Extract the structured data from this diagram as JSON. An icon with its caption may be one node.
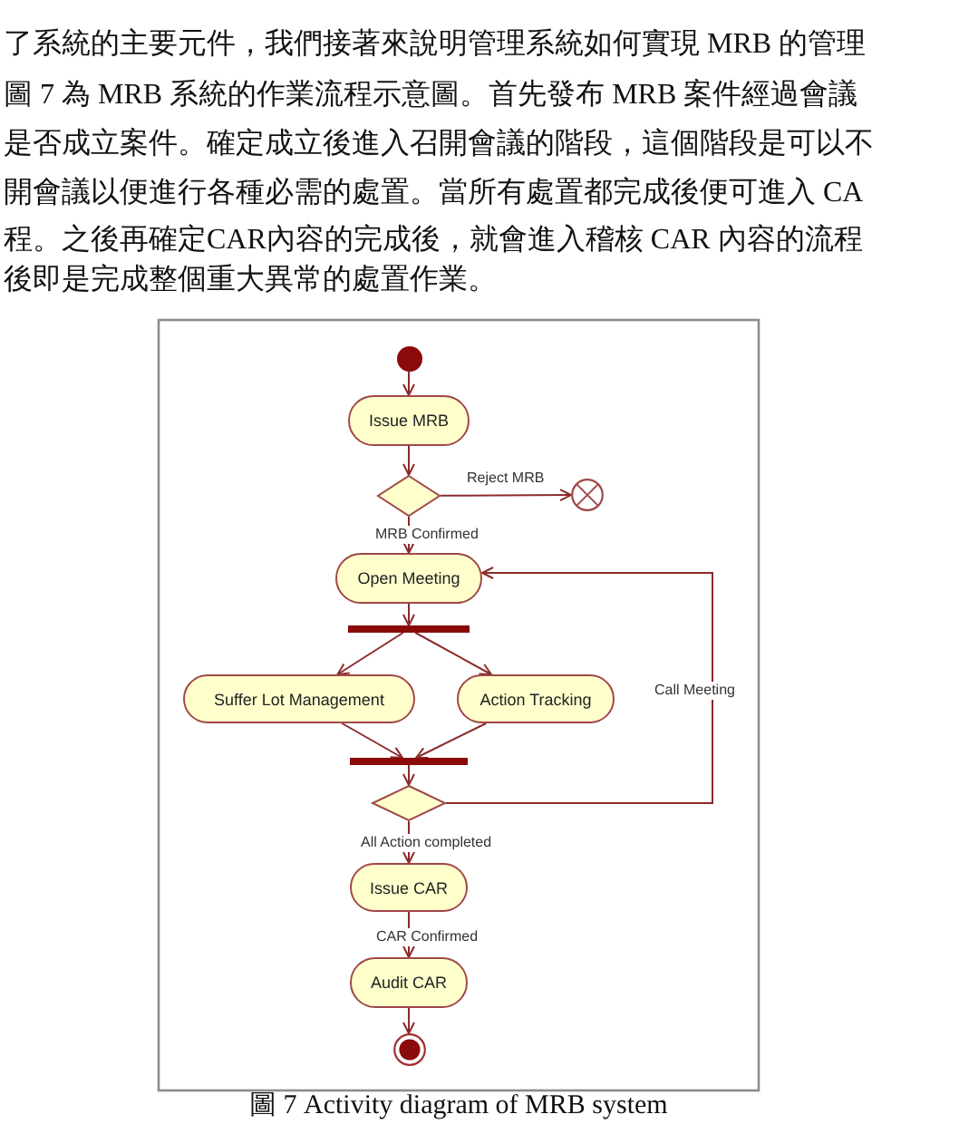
{
  "diagram": {
    "caption": "圖 7 Activity diagram of MRB system",
    "nodes": [
      {
        "text": [],
        "shape": "circle"
      },
      {
        "text": [
          "Issue MRB"
        ]
      },
      {
        "text": [],
        "shape": "diamond"
      },
      {
        "text": [],
        "shape": "circle"
      },
      {
        "text": [
          "Open Meeting"
        ]
      },
      {
        "text": [],
        "shape": "bar"
      },
      {
        "text": [
          "Suffer Lot Management"
        ]
      },
      {
        "text": [
          "Action Tracking"
        ]
      },
      {
        "text": [],
        "shape": "bar"
      },
      {
        "text": [],
        "shape": "diamond"
      },
      {
        "text": [
          "Issue CAR"
        ]
      },
      {
        "text": [
          "Audit CAR"
        ]
      },
      {
        "text": [],
        "shape": "circle"
      }
    ],
    "edges": [
      {
        "from": 0,
        "to": 1,
        "arrow": "to"
      },
      {
        "from": 1,
        "to": 2,
        "arrow": "to"
      },
      {
        "from": 2,
        "to": 3,
        "arrow": "to",
        "label": "Reject MRB"
      },
      {
        "from": 2,
        "to": 4,
        "arrow": "to",
        "label": "MRB Confirmed"
      },
      {
        "from": 4,
        "to": 5,
        "arrow": "to"
      },
      {
        "from": 5,
        "to": 6,
        "arrow": "to"
      },
      {
        "from": 5,
        "to": 7,
        "arrow": "to"
      },
      {
        "from": 6,
        "to": 8,
        "arrow": "to"
      },
      {
        "from": 7,
        "to": 8,
        "arrow": "to"
      },
      {
        "from": 8,
        "to": 9,
        "arrow": "to"
      },
      {
        "from": 9,
        "to": 4,
        "arrow": "to",
        "label": "Call Meeting"
      },
      {
        "from": 9,
        "to": 10,
        "arrow": "to",
        "label": "All Action completed"
      },
      {
        "from": 10,
        "to": 11,
        "arrow": "to",
        "label": "CAR Confirmed"
      },
      {
        "from": 11,
        "to": 12,
        "arrow": "to"
      }
    ],
    "labels": [
      "了系統的主要元件，我們接著來說明管理系統如何實現 MRB 的管理",
      "圖 7 為 MRB 系統的作業流程示意圖。首先發布 MRB 案件經過會議",
      "是否成立案件。確定成立後進入召開會議的階段，這個階段是可以不",
      "開會議以便進行各種必需的處置。當所有處置都完成後便可進入 CA",
      "程。之後再確定CAR內容的完成後，就會進入稽核 CAR 內容的流程",
      "後即是完成整個重大異常的處置作業。"
    ]
  }
}
